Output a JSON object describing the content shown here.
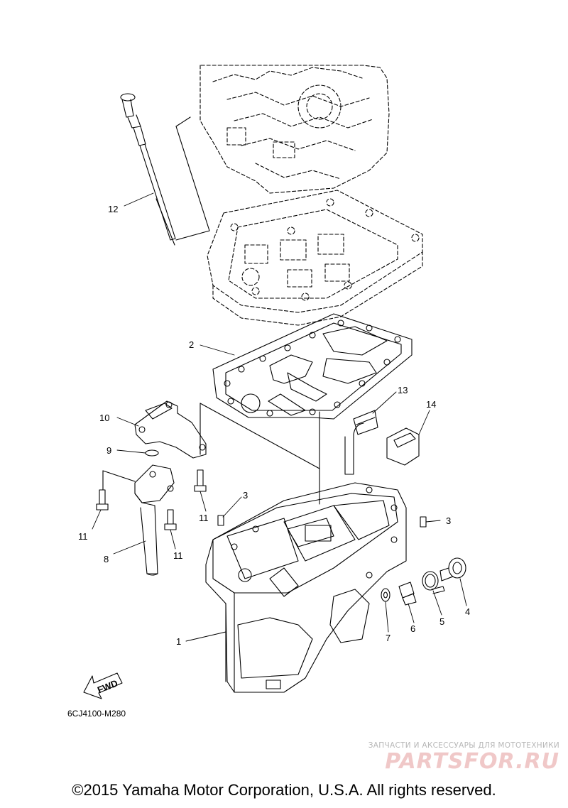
{
  "diagram": {
    "callouts": [
      {
        "id": "c12",
        "label": "12"
      },
      {
        "id": "c2",
        "label": "2"
      },
      {
        "id": "c13",
        "label": "13"
      },
      {
        "id": "c14",
        "label": "14"
      },
      {
        "id": "c10",
        "label": "10"
      },
      {
        "id": "c9",
        "label": "9"
      },
      {
        "id": "c3a",
        "label": "3"
      },
      {
        "id": "c3b",
        "label": "3"
      },
      {
        "id": "c11a",
        "label": "11"
      },
      {
        "id": "c11b",
        "label": "11"
      },
      {
        "id": "c11c",
        "label": "11"
      },
      {
        "id": "c8",
        "label": "8"
      },
      {
        "id": "c4",
        "label": "4"
      },
      {
        "id": "c5",
        "label": "5"
      },
      {
        "id": "c6",
        "label": "6"
      },
      {
        "id": "c7",
        "label": "7"
      },
      {
        "id": "c1",
        "label": "1"
      }
    ],
    "fwd_label": "FWD",
    "part_code": "6CJ4100-M280"
  },
  "footer": {
    "copyright": "©2015 Yamaha Motor Corporation, U.S.A. All rights reserved."
  },
  "watermark": {
    "tagline": "ЗАПЧАСТИ И АКСЕССУАРЫ ДЛЯ МОТОТЕХНИКИ",
    "logo": "PARTSFOR.RU"
  }
}
